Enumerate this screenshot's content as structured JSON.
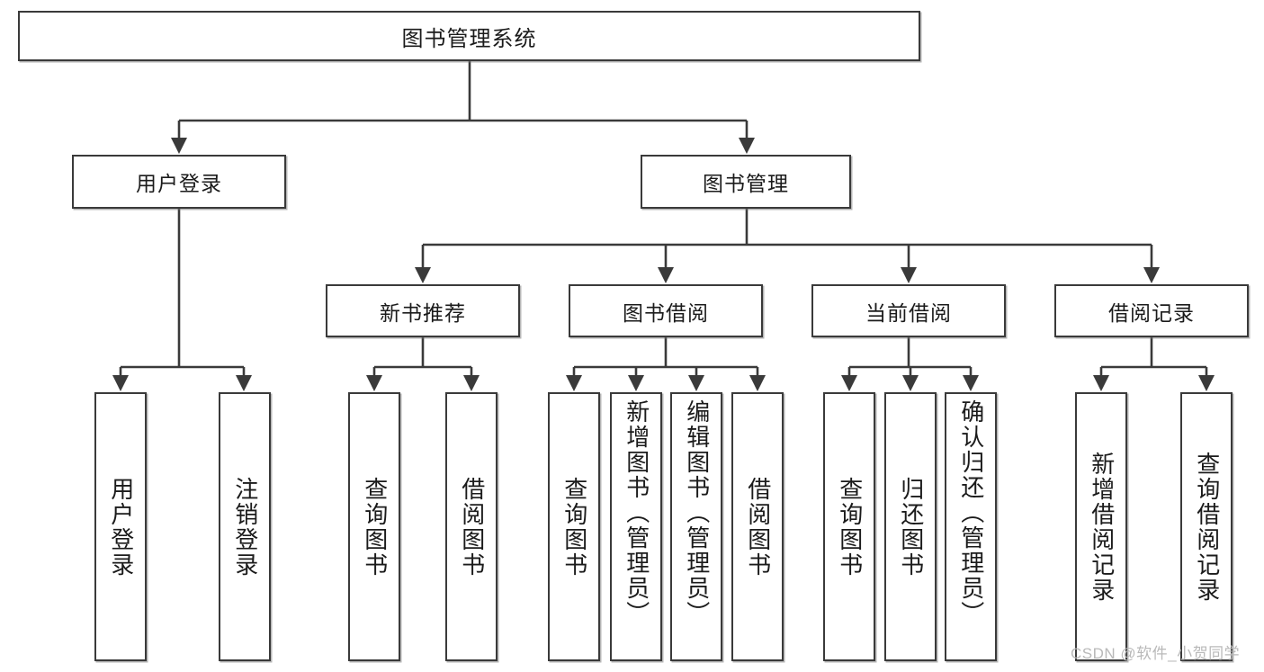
{
  "diagram": {
    "type": "tree",
    "title": "图书管理系统",
    "watermark": "CSDN @软件_小贺同学",
    "colors": {
      "box_border": "#3a3a3a",
      "box_fill": "#ffffff",
      "edge": "#3a3a3a",
      "text": "#1b1b1b",
      "watermark": "#b9b9b9"
    },
    "root": {
      "label": "图书管理系统"
    },
    "level2": [
      {
        "label": "用户登录"
      },
      {
        "label": "图书管理"
      }
    ],
    "level3": [
      {
        "label": "新书推荐"
      },
      {
        "label": "图书借阅"
      },
      {
        "label": "当前借阅"
      },
      {
        "label": "借阅记录"
      }
    ],
    "leaves": {
      "user_login": [
        {
          "label": "用户登录"
        },
        {
          "label": "注销登录"
        }
      ],
      "new_book": [
        {
          "label": "查询图书"
        },
        {
          "label": "借阅图书"
        }
      ],
      "borrow_book": [
        {
          "label": "查询图书"
        },
        {
          "label": "新增图书（管理员）"
        },
        {
          "label": "编辑图书（管理员）"
        },
        {
          "label": "借阅图书"
        }
      ],
      "current_borrow": [
        {
          "label": "查询图书"
        },
        {
          "label": "归还图书"
        },
        {
          "label": "确认归还（管理员）"
        }
      ],
      "borrow_record": [
        {
          "label": "新增借阅记录"
        },
        {
          "label": "查询借阅记录"
        }
      ]
    }
  }
}
